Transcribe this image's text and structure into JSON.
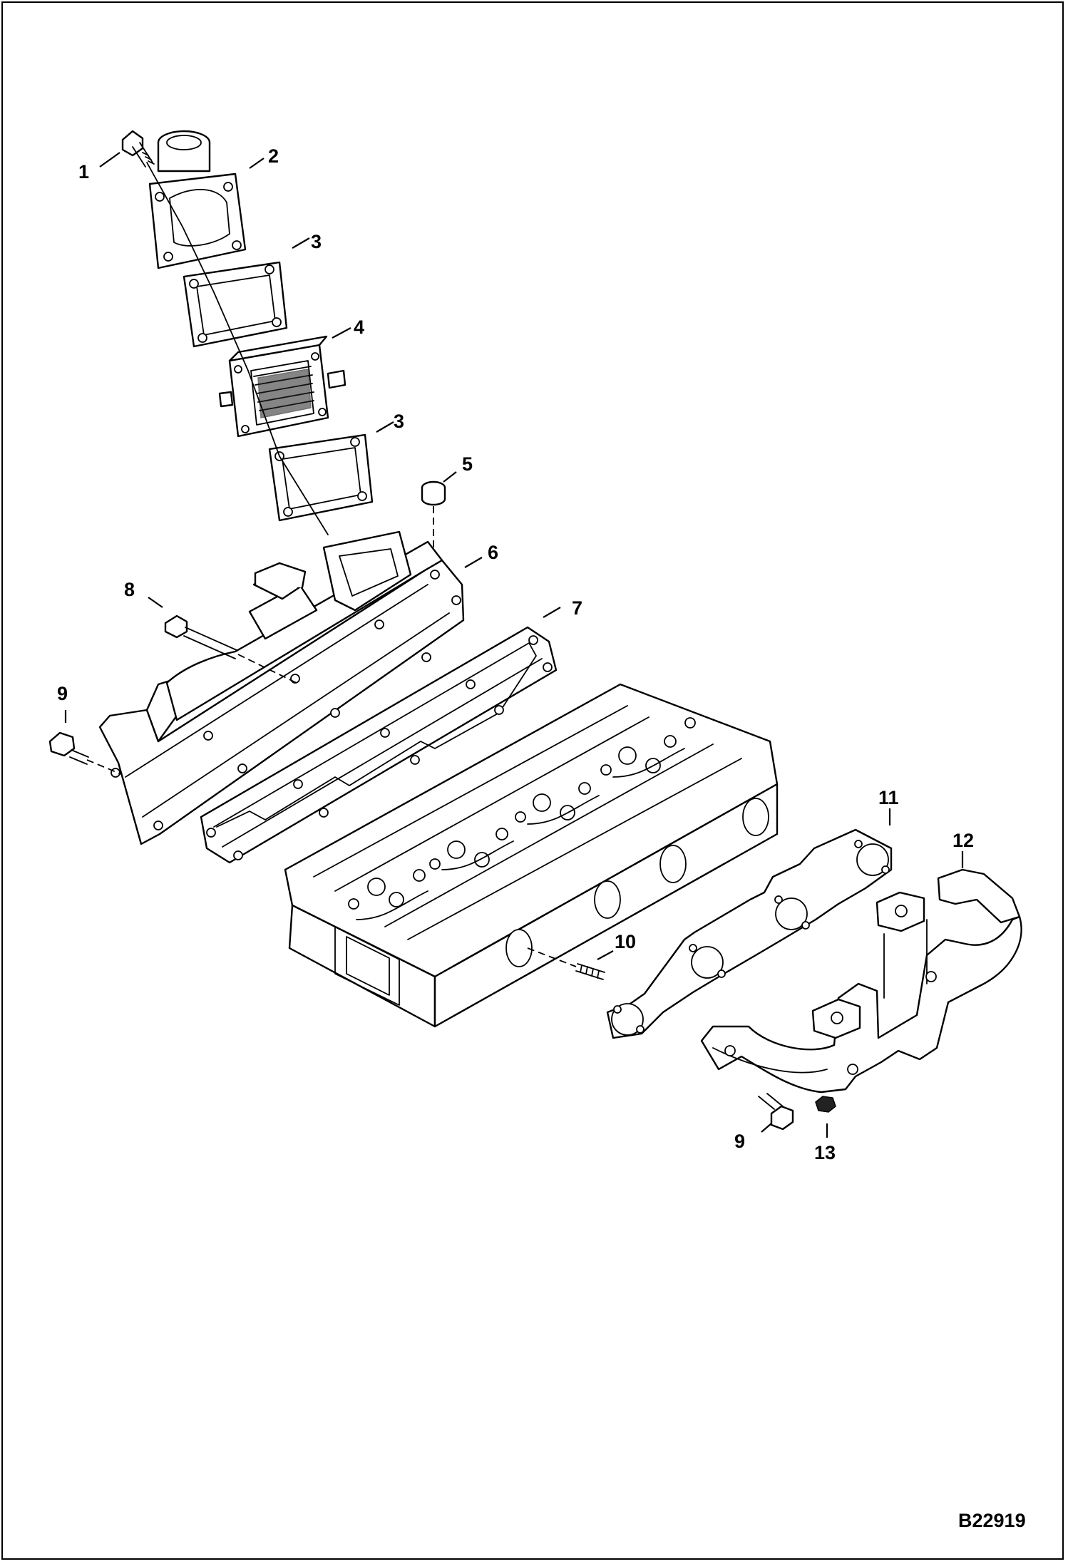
{
  "figure_reference": "B22919",
  "callouts": {
    "c1": "1",
    "c2": "2",
    "c3a": "3",
    "c4": "4",
    "c3b": "3",
    "c5": "5",
    "c6": "6",
    "c7": "7",
    "c8": "8",
    "c9a": "9",
    "c9b": "9",
    "c10": "10",
    "c11": "11",
    "c12": "12",
    "c13": "13"
  }
}
